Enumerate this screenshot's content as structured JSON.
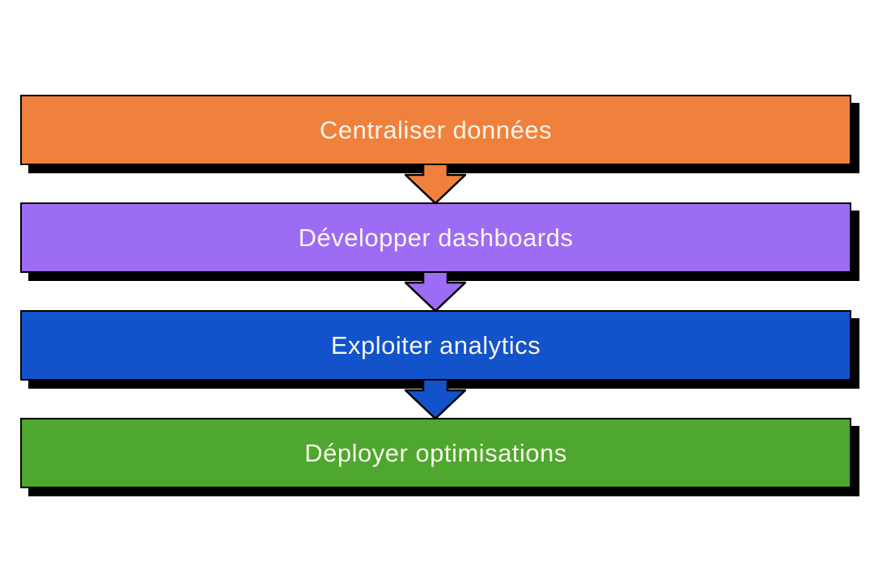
{
  "diagram": {
    "type": "process-flow-vertical",
    "background": "#FFFFFF",
    "outline_color": "#000000",
    "shadow_color": "#000000",
    "text_color": "#FAF5EC",
    "steps": [
      {
        "label": "Centraliser données",
        "color": "#F0813C"
      },
      {
        "label": "Développer dashboards",
        "color": "#9D6CF5"
      },
      {
        "label": "Exploiter analytics",
        "color": "#1253CC"
      },
      {
        "label": "Déployer optimisations",
        "color": "#4EA72E"
      }
    ],
    "arrows": [
      {
        "from": 0,
        "to": 1,
        "color": "#F0813C"
      },
      {
        "from": 1,
        "to": 2,
        "color": "#9D6CF5"
      },
      {
        "from": 2,
        "to": 3,
        "color": "#1253CC"
      }
    ]
  }
}
